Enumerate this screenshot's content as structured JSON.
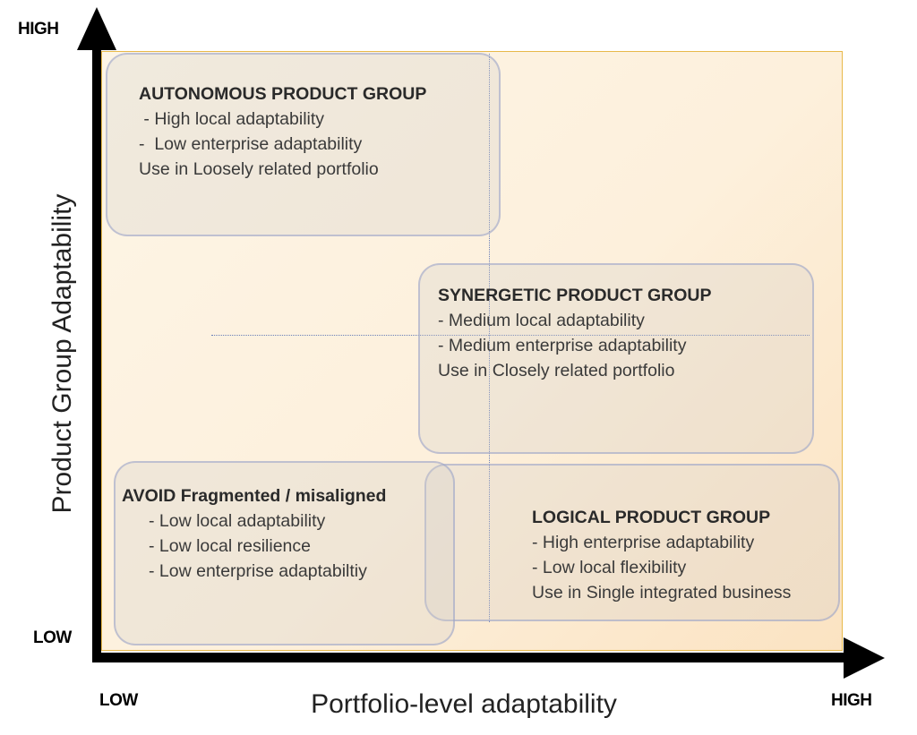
{
  "axes": {
    "y_high": "HIGH",
    "y_low": "LOW",
    "x_low": "LOW",
    "x_high": "HIGH",
    "y_title": "Product Group Adaptability",
    "x_title": "Portfolio-level adaptability"
  },
  "quadrants": {
    "autonomous": {
      "title": "AUTONOMOUS PRODUCT GROUP",
      "lines": [
        " - High local adaptability",
        "-  Low enterprise adaptability",
        "Use in Loosely related portfolio"
      ]
    },
    "synergetic": {
      "title": "SYNERGETIC PRODUCT GROUP",
      "lines": [
        "- Medium local adaptability",
        "- Medium enterprise adaptability",
        "Use in Closely related portfolio"
      ]
    },
    "avoid": {
      "title": "AVOID Fragmented / misaligned",
      "lines": [
        "- Low local adaptability",
        "- Low local resilience",
        "- Low enterprise adaptabiltiy"
      ]
    },
    "logical": {
      "title": "LOGICAL PRODUCT GROUP",
      "lines": [
        "- High enterprise adaptability",
        "- Low local flexibility",
        "Use in Single integrated business"
      ]
    }
  },
  "colors": {
    "plot_background": "#fdf0dc",
    "plot_border": "#e8b94a",
    "box_border": "#a0a8c8",
    "gridline": "#6a7fb8"
  }
}
